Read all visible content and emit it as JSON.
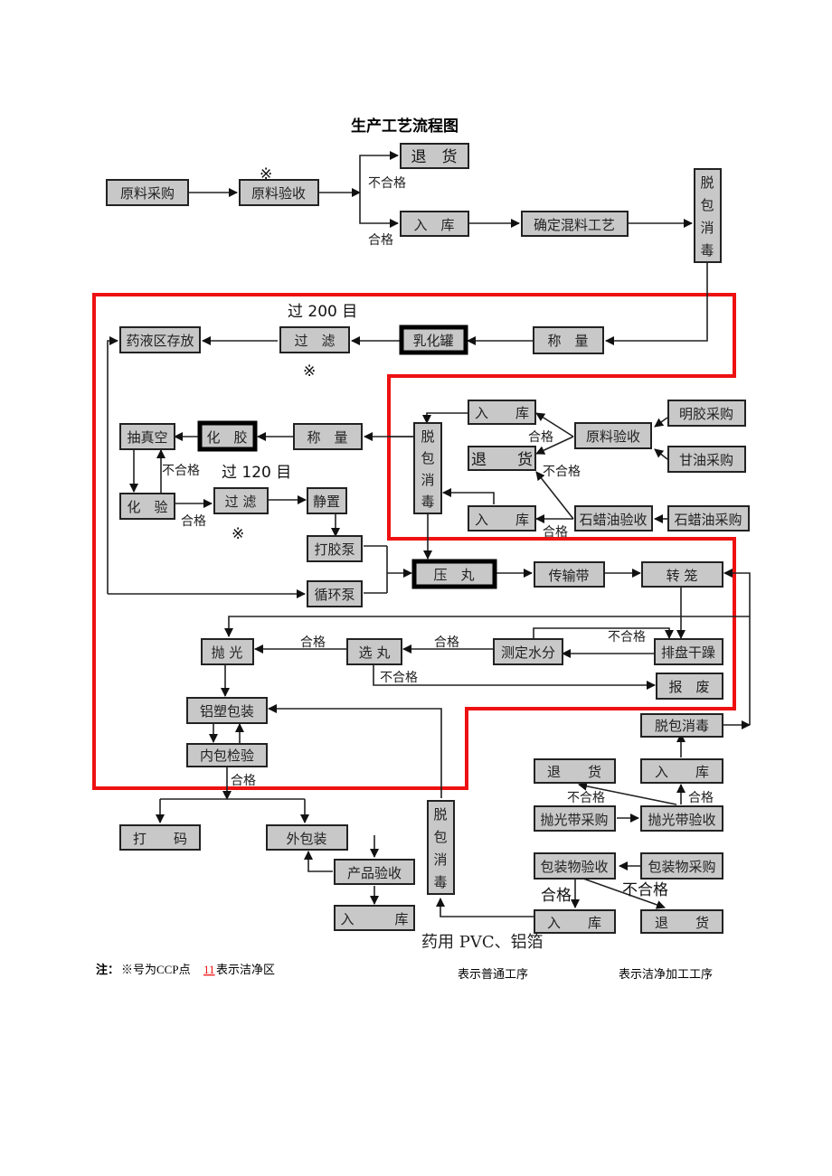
{
  "title": "生产工艺流程图",
  "colors": {
    "clean_zone_border": "#ee1111",
    "box_fill": "#c8c8c8",
    "box_border": "#222222"
  },
  "nodes": {
    "raw_purchase": "原料采购",
    "raw_inspect": "原料验收",
    "return_1": "退　货",
    "stock_1": "入　库",
    "mix_process": "确定混料工艺",
    "unpack_1": [
      "脱",
      "包",
      "消",
      "毒"
    ],
    "weigh_1": "称　量",
    "emulsify_tank": "乳化罐",
    "filter_1": "过　滤",
    "liquid_store": "药液区存放",
    "stock_2": "入　　库",
    "raw_inspect_2": "原料验收",
    "gelatin_purchase": "明胶采购",
    "glycerin_purchase": "甘油采购",
    "return_2": "退　　货",
    "stock_3": "入　　库",
    "paraffin_inspect": "石蜡油验收",
    "paraffin_purchase": "石蜡油采购",
    "unpack_2": [
      "脱",
      "包",
      "消",
      "毒"
    ],
    "vacuum": "抽真空",
    "gel_melt": "化　胶",
    "weigh_2": "称　量",
    "lab_test": "化　验",
    "filter_2": "过 滤",
    "settle": "静置",
    "gel_pump": "打胶泵",
    "circ_pump": "循环泵",
    "press_pill": "压　丸",
    "conveyor": "传输带",
    "tumbler": "转 笼",
    "tray_dry": "排盘干躁",
    "moisture": "测定水分",
    "select_pill": "选 丸",
    "polish": "抛 光",
    "scrap": "报　废",
    "blister_pack": "铝塑包装",
    "inner_inspect": "内包检验",
    "unpack_3": "脱包消毒",
    "stock_4": "入　　库",
    "return_3": "退　　货",
    "belt_purchase": "抛光带采购",
    "belt_inspect": "抛光带验收",
    "coding": "打　　码",
    "outer_pack": "外包装",
    "product_inspect": "产品验收",
    "stock_5": "入　　　库",
    "unpack_4": [
      "脱",
      "包",
      "消",
      "毒"
    ],
    "pack_inspect": "包装物验收",
    "pack_purchase": "包装物采购",
    "stock_6": "入　　库",
    "return_4": "退　　货"
  },
  "labels": {
    "fail": "不合格",
    "pass": "合格",
    "mesh_200": "过 200 目",
    "mesh_120": "过 120 目",
    "ccp_mark": "※",
    "pvc_foil": "药用 PVC、铝箔"
  },
  "notes": {
    "prefix": "注：",
    "ccp": "※号为CCP点",
    "clean_symbol": "11",
    "clean_zone": "表示洁净区",
    "normal_process": "表示普通工序",
    "clean_process": "表示洁净加工工序"
  }
}
